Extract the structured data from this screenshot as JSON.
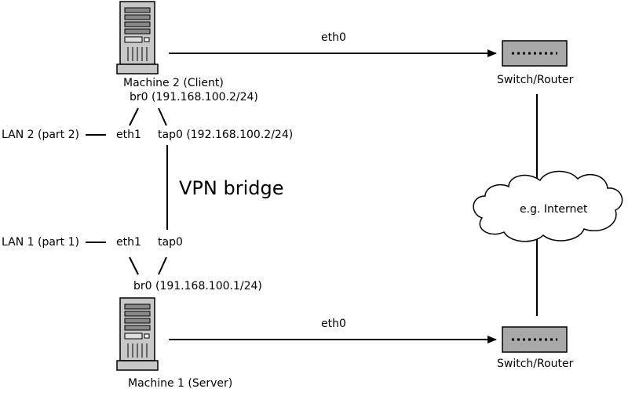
{
  "machine2": {
    "label": "Machine 2 (Client)",
    "br0": "br0 (191.168.100.2/24)",
    "eth1": "eth1",
    "tap0": "tap0 (192.168.100.2/24)",
    "eth0": "eth0",
    "switch": "Switch/Router",
    "lan": "LAN 2 (part 2)"
  },
  "machine1": {
    "label": "Machine 1 (Server)",
    "br0": "br0 (191.168.100.1/24)",
    "eth1": "eth1",
    "tap0": "tap0",
    "eth0": "eth0",
    "switch": "Switch/Router",
    "lan": "LAN 1 (part 1)"
  },
  "vpn_label": "VPN bridge",
  "cloud_label": "e.g. Internet",
  "colors": {
    "server_body": "#c8c8c8",
    "switch_body": "#a8a8a8",
    "cloud_fill": "#ffffff",
    "line": "#000000"
  }
}
